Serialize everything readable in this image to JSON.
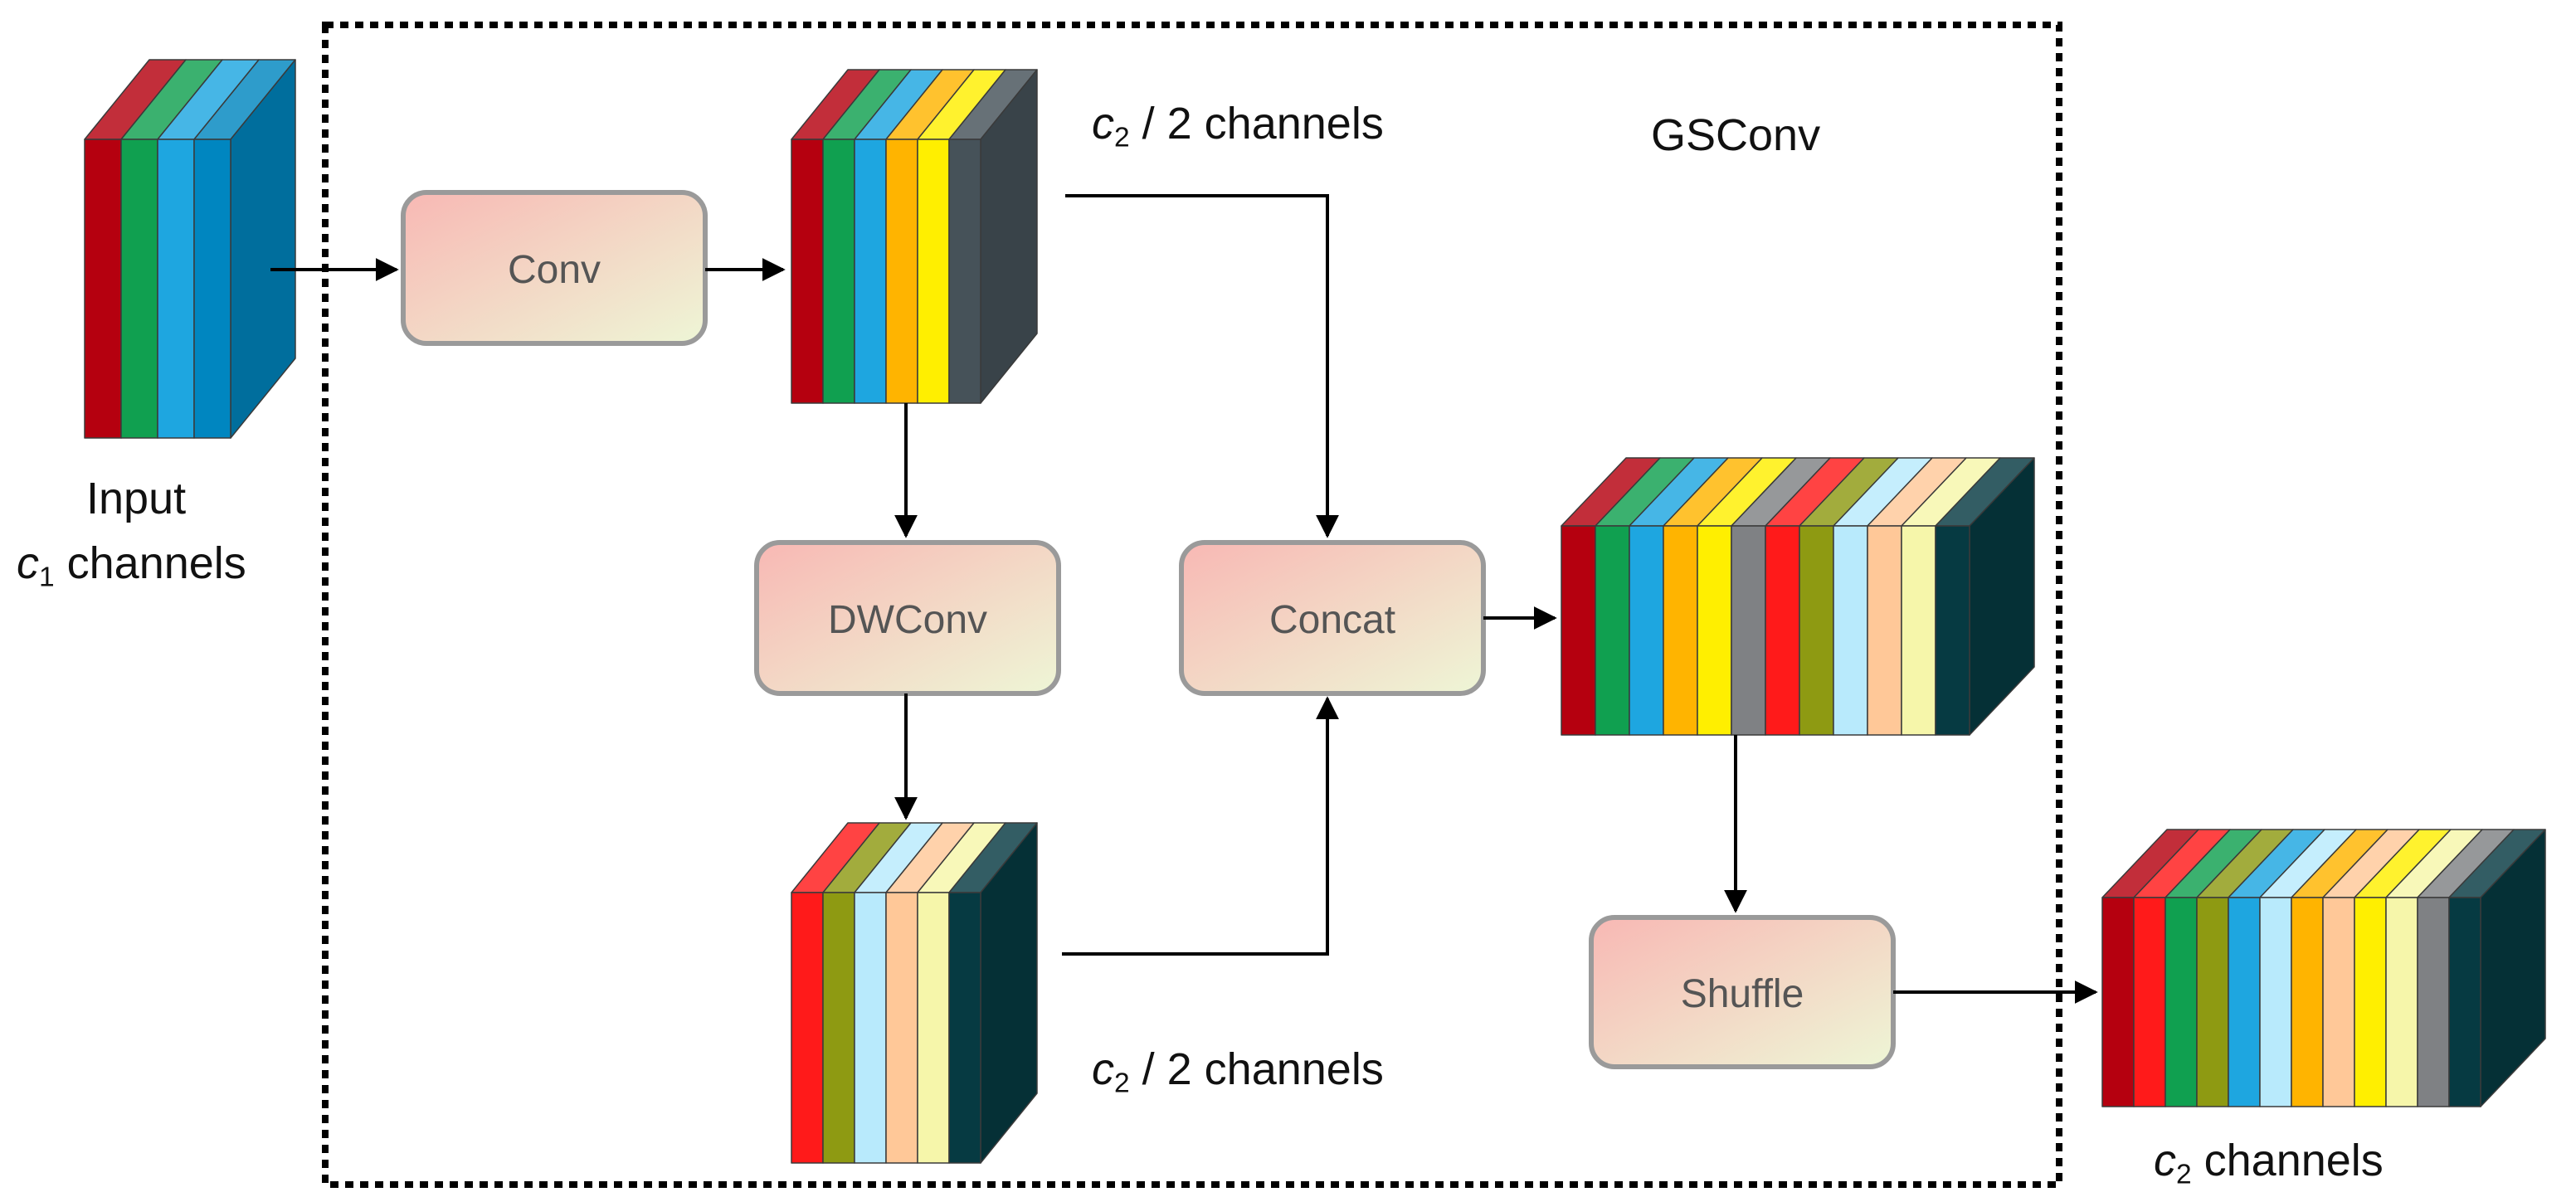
{
  "module": {
    "title": "GSConv"
  },
  "operations": {
    "conv": "Conv",
    "dwconv": "DWConv",
    "concat": "Concat",
    "shuffle": "Shuffle"
  },
  "labels": {
    "input_line1": "Input",
    "input_var": "c",
    "input_sub": "1",
    "input_suffix": " channels",
    "half_var": "c",
    "half_sub": "2",
    "half_suffix": " / 2 channels",
    "out_var": "c",
    "out_sub": "2",
    "out_suffix": "  channels"
  },
  "palette": {
    "darkred": "#b5000f",
    "green": "#10a050",
    "blue": "#1ea6e0",
    "orange": "#ffb400",
    "yellow": "#ffef00",
    "gray": "#7f8184",
    "red": "#ff1a1a",
    "olive": "#8e9a12",
    "lightblue": "#b8eafc",
    "peach": "#ffc898",
    "lightyellow": "#f6f6aa",
    "deepblue": "#0086c0",
    "slate": "#465259",
    "teal": "#063a42",
    "border": "#9a9a9a"
  },
  "tensors": {
    "input": [
      "darkred",
      "green",
      "blue",
      "deepblue"
    ],
    "conv_out": [
      "darkred",
      "green",
      "blue",
      "orange",
      "yellow",
      "slate"
    ],
    "dw_out": [
      "red",
      "olive",
      "lightblue",
      "peach",
      "lightyellow",
      "teal"
    ],
    "concat_out": [
      "darkred",
      "green",
      "blue",
      "orange",
      "yellow",
      "gray",
      "red",
      "olive",
      "lightblue",
      "peach",
      "lightyellow",
      "teal"
    ],
    "output": [
      "darkred",
      "red",
      "green",
      "olive",
      "blue",
      "lightblue",
      "orange",
      "peach",
      "yellow",
      "lightyellow",
      "gray",
      "teal"
    ]
  }
}
